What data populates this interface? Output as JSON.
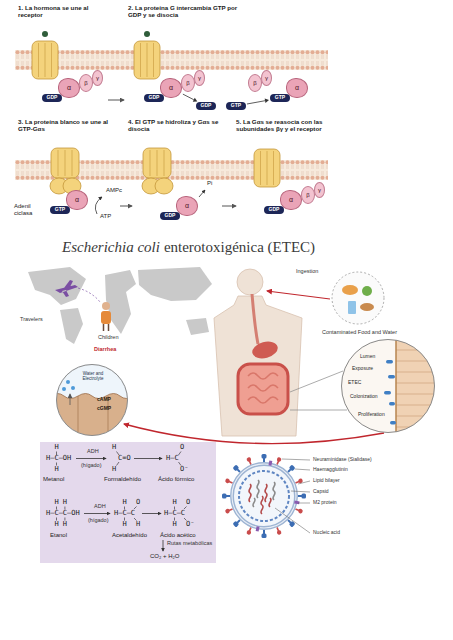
{
  "diagram": {
    "nodes": [
      {
        "text": [
          "α"
        ]
      },
      {
        "text": [
          "GDP"
        ]
      },
      {
        "text": [
          "β"
        ]
      },
      {
        "text": [
          "γ"
        ]
      },
      {
        "text": [
          "α"
        ]
      },
      {
        "text": [
          "GDP"
        ]
      },
      {
        "text": [
          "β"
        ]
      },
      {
        "text": [
          "γ"
        ]
      },
      {
        "text": [
          "GDP"
        ]
      },
      {
        "text": [
          "GTP"
        ]
      },
      {
        "text": [
          "β"
        ]
      },
      {
        "text": [
          "γ"
        ]
      },
      {
        "text": [
          "α"
        ]
      },
      {
        "text": [
          "GTP"
        ]
      },
      {
        "text": [
          "α"
        ]
      },
      {
        "text": [
          "GTP"
        ]
      },
      {
        "text": [
          "α"
        ]
      },
      {
        "text": [
          "GDP"
        ]
      },
      {
        "text": [
          "α"
        ]
      },
      {
        "text": [
          "GDP"
        ]
      },
      {
        "text": [
          "β"
        ]
      },
      {
        "text": [
          "γ"
        ]
      },
      {
        "text": [
          "Lumen",
          "Exposure",
          "ETEC",
          "Colonization",
          "Proliferation"
        ]
      },
      {
        "text": [
          "Water and Electrolyte",
          "cAMP",
          "cGMP"
        ]
      },
      {
        "text": [
          "H",
          "H–C–OH",
          "H",
          "Metanol",
          "ADH",
          "(hígado)",
          "H",
          "C=O",
          "H",
          "Formaldehído",
          "O",
          "H–C",
          "O⁻",
          "Ácido fórmico",
          "H H",
          "H–C–C–OH",
          "H H",
          "Etanol",
          "ADH",
          "(hígado)",
          "H",
          "H–C–C",
          "H",
          "O",
          "H",
          "Acetaldehído",
          "H",
          "H–C–C",
          "H",
          "O",
          "O⁻",
          "Ácido acético",
          "Rutas metabólicas",
          "CO₂ + H₂O"
        ]
      }
    ],
    "edges": [
      {
        "from": 4,
        "to": 8,
        "arrow": "to"
      },
      {
        "from": 9,
        "to": 13,
        "arrow": "to"
      }
    ],
    "labels": [
      "1. La hormona se une al receptor",
      "2. La proteína G intercambia GTP por GDP y se disocia",
      "3. La proteína blanco se une al GTP-Gαs",
      "4. El GTP se hidroliza y Gαs se disocia",
      "5. La Gαs se reasocia con las subunidades βγ y el receptor",
      "Adenil ciclasa",
      "AMPc",
      "ATP",
      "Pi",
      "Escherichia coli",
      "enterotoxigénica (ETEC)",
      "Ingestion",
      "Travelers",
      "Contaminated Food and Water",
      "Children",
      "Diarrhea",
      "Neuraminidase (Sialidase)",
      "Haemagglutinin",
      "Lipid bilayer",
      "Capsid",
      "M2 protein",
      "Nucleic acid"
    ]
  }
}
